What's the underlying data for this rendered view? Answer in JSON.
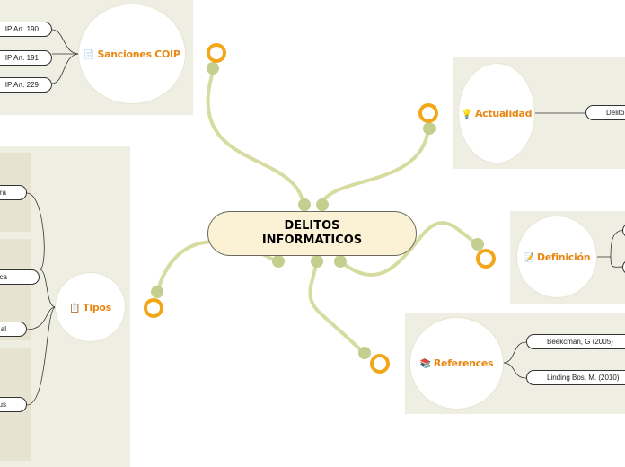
{
  "central": {
    "line1": "DELITOS",
    "line2": "INFORMATICOS"
  },
  "topics": {
    "sanciones": {
      "label": "Sanciones COIP",
      "icon": "document-icon",
      "icon_glyph": "📄"
    },
    "actualidad": {
      "label": "Actualidad",
      "icon": "lightbulb-icon",
      "icon_glyph": "💡"
    },
    "definicion": {
      "label": "Definición",
      "icon": "memo-icon",
      "icon_glyph": "📝"
    },
    "references": {
      "label": "References",
      "icon": "books-icon",
      "icon_glyph": "📚"
    },
    "tipos": {
      "label": "Tipos",
      "icon": "clipboard-icon",
      "icon_glyph": "📋"
    }
  },
  "sanciones_items": [
    "IP Art. 190",
    "IP Art. 191",
    "IP Art. 229"
  ],
  "actualidad_items": [
    "Delito"
  ],
  "references_items": [
    "Beekcman, G (2005)",
    "Linding Bos, M. (2010)"
  ],
  "tipos_items": [
    "ra",
    "ca",
    "al",
    "us"
  ],
  "colors": {
    "branch": "#d6dca0",
    "knob": "#c3cf8f",
    "ring": "#f2a71b",
    "panel": "#efeee2",
    "topic_text": "#e88712",
    "central_fill": "#fbf1d5"
  }
}
